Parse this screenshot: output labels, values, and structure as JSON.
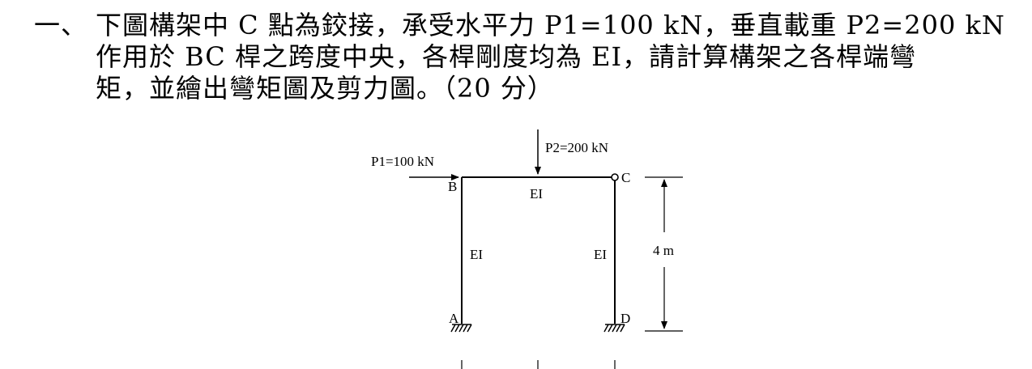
{
  "problem": {
    "number": "一、",
    "lines": [
      "下圖構架中 C 點為鉸接，承受水平力 P1=100 kN，垂直載重 P2=200 kN",
      "作用於 BC 桿之跨度中央，各桿剛度均為 EI，請計算構架之各桿端彎",
      "矩，並繪出彎矩圖及剪力圖。（20 分）"
    ]
  },
  "figure": {
    "loads": {
      "p1": "P1=100 kN",
      "p2": "P2=200 kN"
    },
    "nodes": {
      "a": "A",
      "b": "B",
      "c": "C",
      "d": "D"
    },
    "members": {
      "beam_bc": "EI",
      "column_ab": "EI",
      "column_cd": "EI"
    },
    "dimensions": {
      "height": "4 m"
    }
  }
}
